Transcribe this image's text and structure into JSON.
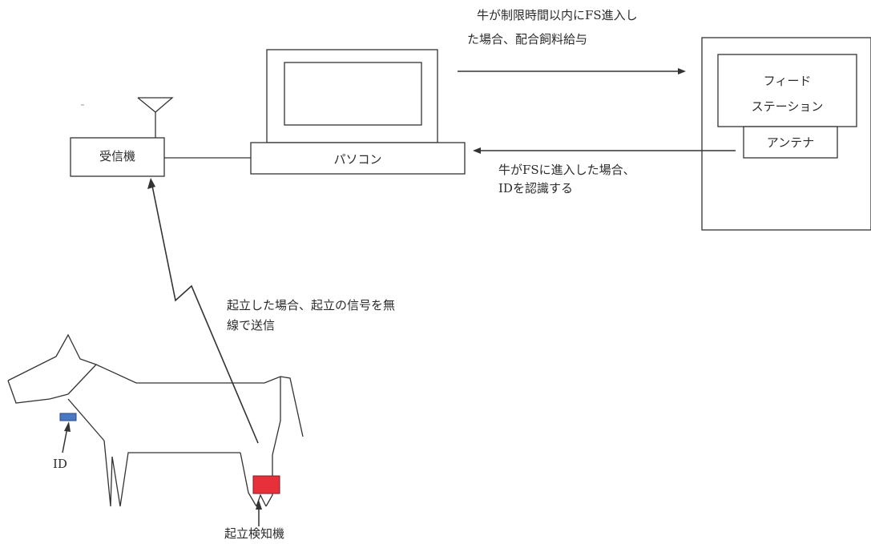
{
  "nodes": {
    "receiver": "受信機",
    "pc": "パソコン",
    "feed_station_line1": "フィード",
    "feed_station_line2": "ステーション",
    "antenna": "アンテナ"
  },
  "edges": {
    "pc_to_station_line1": "牛が制限時間以内にFS進入し",
    "pc_to_station_line2": "た場合、配合飼料給与",
    "station_to_pc_line1": "牛がFSに進入した場合、",
    "station_to_pc_line2": "IDを認識する",
    "sensor_to_receiver_line1": "起立した場合、起立の信号を無",
    "sensor_to_receiver_line2": "線で送信"
  },
  "callouts": {
    "id_tag": "ID",
    "standing_detector": "起立検知機"
  },
  "colors": {
    "line": "#333333",
    "id_tag": "#4a78c2",
    "standing_detector": "#e8303a"
  }
}
